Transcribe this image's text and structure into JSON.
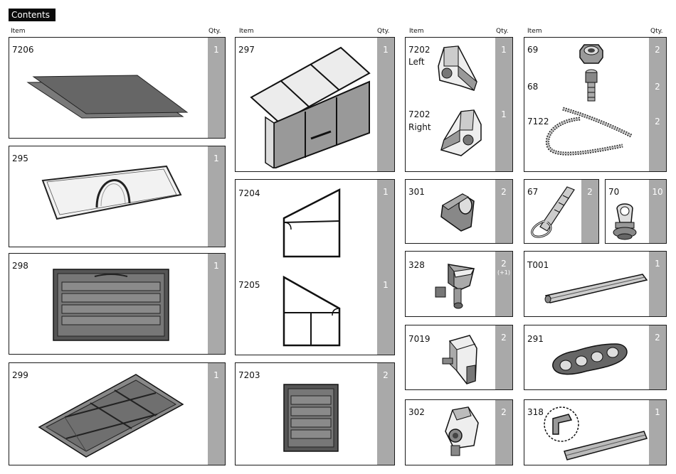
{
  "title": "Contents",
  "headers": {
    "item": "Item",
    "qty": "Qty."
  },
  "parts": {
    "p7206": {
      "code": "7206",
      "qty": "1"
    },
    "p295": {
      "code": "295",
      "qty": "1"
    },
    "p298": {
      "code": "298",
      "qty": "1"
    },
    "p299": {
      "code": "299",
      "qty": "1"
    },
    "p297": {
      "code": "297",
      "qty": "1"
    },
    "p7204": {
      "code": "7204",
      "qty": "1"
    },
    "p7205": {
      "code": "7205",
      "qty": "1"
    },
    "p7203": {
      "code": "7203",
      "qty": "2"
    },
    "p7202l": {
      "code": "7202",
      "side": "Left",
      "qty": "1"
    },
    "p7202r": {
      "code": "7202",
      "side": "Right",
      "qty": "1"
    },
    "p301": {
      "code": "301",
      "qty": "2"
    },
    "p328": {
      "code": "328",
      "qty": "2",
      "extra": "(+1)"
    },
    "p7019": {
      "code": "7019",
      "qty": "2"
    },
    "p302": {
      "code": "302",
      "qty": "2"
    },
    "p69": {
      "code": "69",
      "qty": "2"
    },
    "p68": {
      "code": "68",
      "qty": "2"
    },
    "p7122": {
      "code": "7122",
      "qty": "2"
    },
    "p67": {
      "code": "67",
      "qty": "2"
    },
    "p70": {
      "code": "70",
      "qty": "10"
    },
    "pT001": {
      "code": "T001",
      "qty": "1"
    },
    "p291": {
      "code": "291",
      "qty": "2"
    },
    "p318": {
      "code": "318",
      "qty": "1"
    }
  }
}
